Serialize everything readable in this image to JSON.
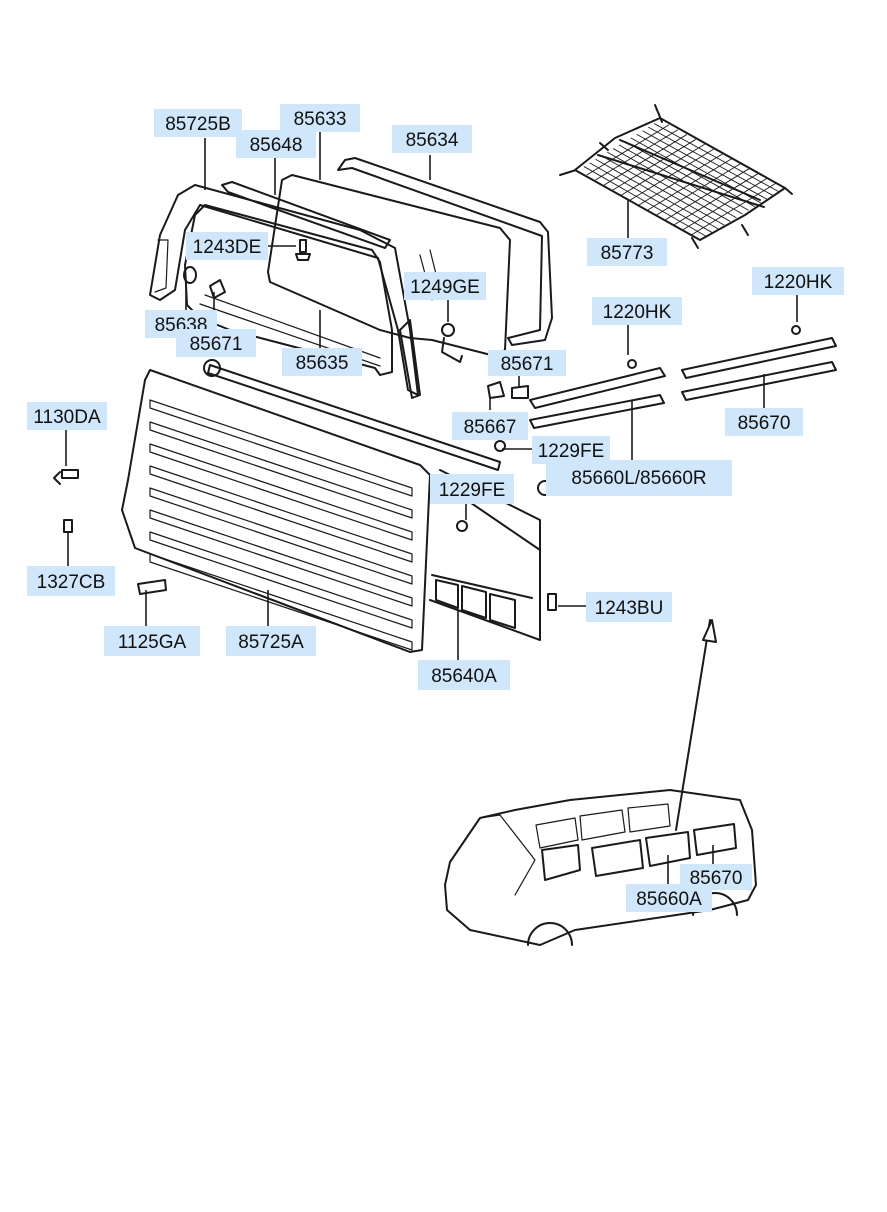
{
  "diagram": {
    "labels": {
      "l_85725B": "85725B",
      "l_85633": "85633",
      "l_85648": "85648",
      "l_85634": "85634",
      "l_1243DE": "1243DE",
      "l_1249GE": "1249GE",
      "l_85638": "85638",
      "l_85671a": "85671",
      "l_85635": "85635",
      "l_85671b": "85671",
      "l_85667": "85667",
      "l_85773": "85773",
      "l_1220HKa": "1220HK",
      "l_1220HKb": "1220HK",
      "l_85670a": "85670",
      "l_1130DA": "1130DA",
      "l_1229FEa": "1229FE",
      "l_85660LR": "85660L/85660R",
      "l_1229FEb": "1229FE",
      "l_1327CB": "1327CB",
      "l_1125GA": "1125GA",
      "l_85725A": "85725A",
      "l_1243BU": "1243BU",
      "l_85640A": "85640A",
      "l_85670b": "85670",
      "l_85660A": "85660A"
    }
  }
}
